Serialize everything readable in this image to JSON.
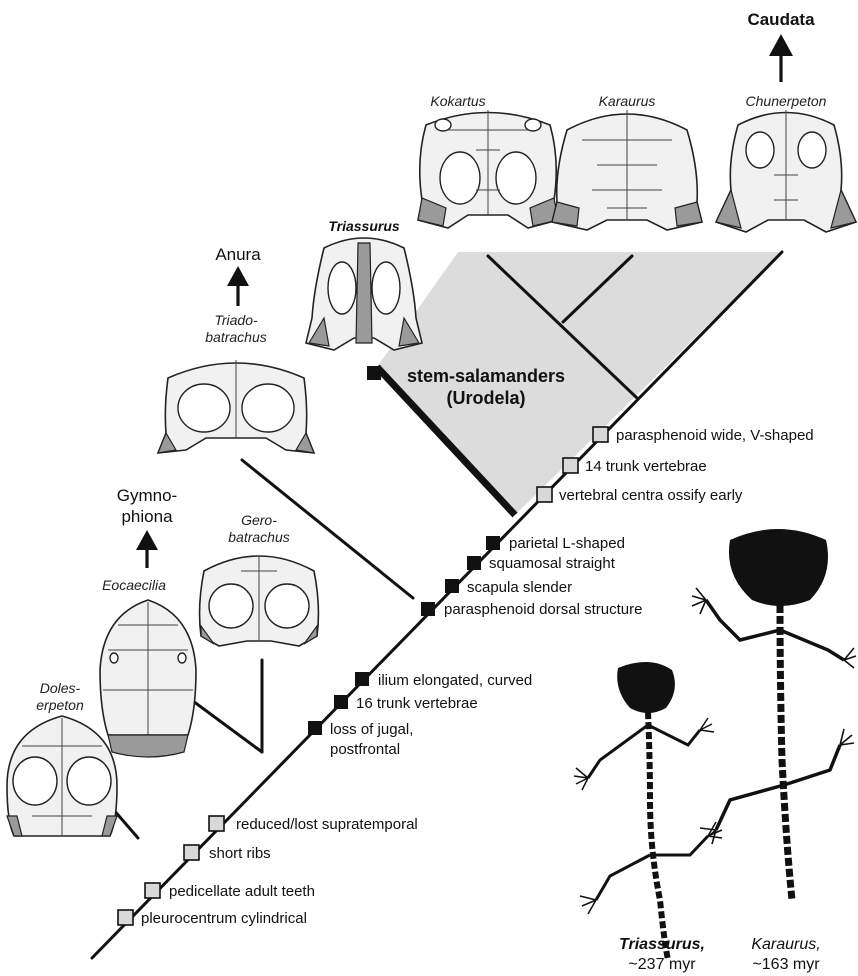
{
  "clades": {
    "caudata": "Caudata",
    "anura": "Anura",
    "gymnophiona_line1": "Gymno-",
    "gymnophiona_line2": "phiona",
    "stem_line1": "stem-salamanders",
    "stem_line2": "(Urodela)"
  },
  "taxa": {
    "kokartus": "Kokartus",
    "karaurus": "Karaurus",
    "chunerpeton": "Chunerpeton",
    "triassurus": "Triassurus",
    "triadobatrachus_line1": "Triado-",
    "triadobatrachus_line2": "batrachus",
    "gerobatrachus_line1": "Gero-",
    "gerobatrachus_line2": "batrachus",
    "eocaecilia": "Eocaecilia",
    "doleserpeton_line1": "Doles-",
    "doleserpeton_line2": "erpeton"
  },
  "characters": {
    "hollow": [
      "parasphenoid wide, V-shaped",
      "14 trunk vertebrae",
      "vertebral centra ossify early",
      "reduced/lost supratemporal",
      "short ribs",
      "pedicellate adult teeth",
      "pleurocentrum cylindrical"
    ],
    "filled_stem": [
      "parietal L-shaped",
      "squamosal straight",
      "scapula slender",
      "parasphenoid dorsal structure"
    ],
    "filled_batrachia": [
      "ilium elongated, curved",
      "16 trunk vertebrae",
      "loss of jugal,",
      "postfrontal"
    ]
  },
  "skeletons": {
    "triassurus_name": "Triassurus,",
    "triassurus_age": "~237 myr",
    "karaurus_name": "Karaurus,",
    "karaurus_age": "~163 myr"
  },
  "colors": {
    "branch": "#111111",
    "stem_fill": "#dcdcdc",
    "hollow_box": "#d8d8d8",
    "filled_box": "#111111"
  }
}
